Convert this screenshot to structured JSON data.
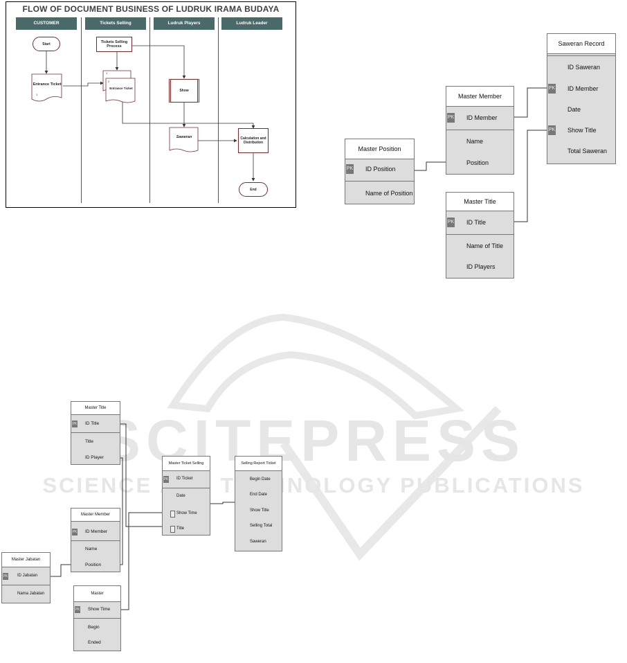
{
  "watermark": {
    "brand": "SCITEPRESS",
    "tagline": "SCIENCE AND TECHNOLOGY PUBLICATIONS"
  },
  "flowchart": {
    "title": "FLOW OF DOCUMENT BUSINESS OF LUDRUK IRAMA BUDAYA",
    "lanes": [
      "CUSTOMER",
      "Tickets Selling",
      "Ludruk Players",
      "Ludruk Leader"
    ],
    "nodes": {
      "start": "Start",
      "entrance_ticket_customer": "Entrance Ticket",
      "tickets_selling_process": "Tickets Selling Process",
      "entrance_ticket_seller": "Entrance Ticket",
      "show": "Show",
      "saweran": "Saweran",
      "calculation": "Calculation and Distribution",
      "end": "End"
    },
    "page_marks": {
      "one": "1",
      "two": "2"
    }
  },
  "erd_top": {
    "pk_label": "PK",
    "master_position": {
      "title": "Master Position",
      "fields": [
        "ID Position",
        "Name of Position"
      ]
    },
    "master_member": {
      "title": "Master Member",
      "fields": [
        "ID Member",
        "Name",
        "Position"
      ]
    },
    "master_title": {
      "title": "Master Title",
      "fields": [
        "ID Title",
        "Name of Title",
        "ID Players"
      ]
    },
    "saweran_record": {
      "title": "Saweran Record",
      "fields": [
        "ID Saweran",
        "ID Member",
        "Date",
        "Show Title",
        "Total Saweran"
      ]
    }
  },
  "erd_bottom": {
    "pk_label": "PK",
    "master_title": {
      "title": "Master Title",
      "fields": [
        "ID Title",
        "Title",
        "ID Player"
      ]
    },
    "master_member": {
      "title": "Master Member",
      "fields": [
        "ID Member",
        "Name",
        "Position"
      ]
    },
    "master_jabatan": {
      "title": "Master Jabatan",
      "fields": [
        "ID Jabatan",
        "Nama Jabatan"
      ]
    },
    "master_show": {
      "title": "Master",
      "fields": [
        "Show Time",
        "Begin",
        "Ended"
      ]
    },
    "master_ticket_selling": {
      "title": "Master Ticket Selling",
      "fields": [
        "ID Ticket",
        "Date",
        "Show Time",
        "Title"
      ]
    },
    "selling_report": {
      "title": "Selling Report Ticket",
      "fields": [
        "Begin Date",
        "End Date",
        "Show Title",
        "Selling Total",
        "Saweran"
      ]
    }
  }
}
